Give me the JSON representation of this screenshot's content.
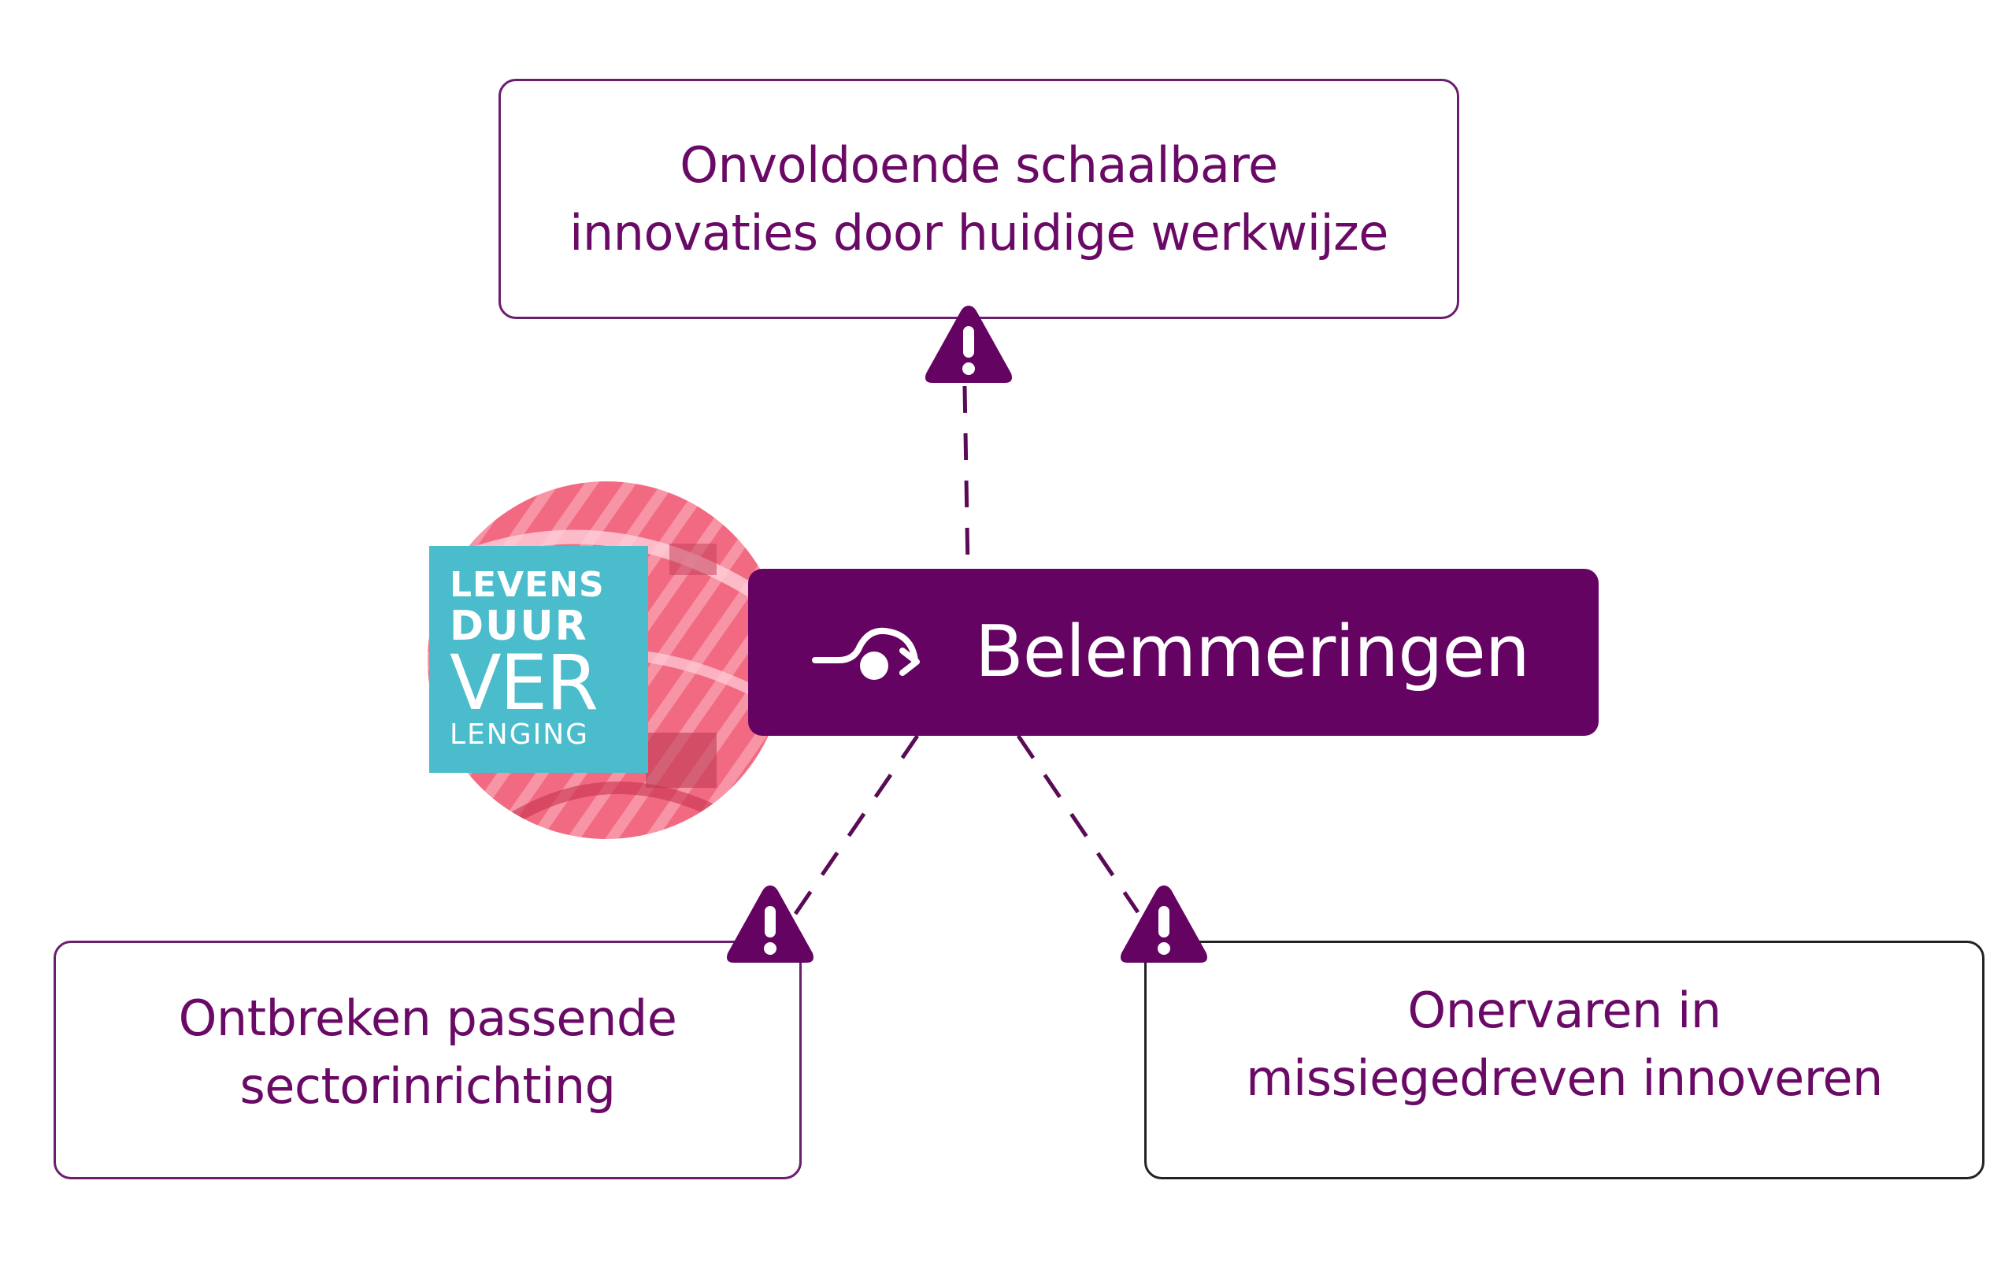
{
  "center": {
    "label": "Belemmeringen",
    "icon": "route-arrow-icon"
  },
  "logo": {
    "line1": "LEVENS",
    "line2": "DUUR",
    "line3": "VER",
    "line4": "LENGING"
  },
  "obstacles": [
    {
      "text": "Onvoldoende schaalbare\ninnovaties door huidige werkwijze",
      "icon": "warning-icon"
    },
    {
      "text": "Ontbreken passende\nsectorinrichting",
      "icon": "warning-icon"
    },
    {
      "text": "Onervaren in\nmissiegedreven innoveren",
      "icon": "warning-icon"
    }
  ],
  "colors": {
    "purple": "#650363",
    "text_purple": "#6a0a66",
    "logo_teal": "#4bbccc",
    "photo_pink": "#f0607a"
  }
}
